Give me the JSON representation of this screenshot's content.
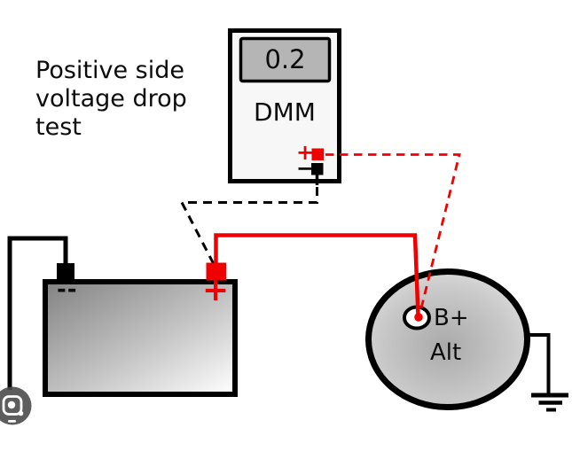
{
  "title": {
    "text": "Positive side\nvoltage drop\ntest"
  },
  "dmm": {
    "label": "DMM",
    "reading": "0.2",
    "positive_jack_label": "+",
    "negative_jack_label": "−"
  },
  "battery": {
    "negative_post_label": "--",
    "positive_post_label": "+"
  },
  "alternator": {
    "output_terminal_label": "B+",
    "label": "Alt"
  },
  "icons": {
    "watermark": "lens-camera-icon",
    "ground": "ground-symbol"
  },
  "colors": {
    "wire_red": "#f10000",
    "wire_black": "#000000",
    "dmm_body": "#f7f7f7",
    "dmm_display": "#b5b5b5",
    "canvas_bg": "#ffffff",
    "watermark_gray": "#4b4b4b"
  }
}
